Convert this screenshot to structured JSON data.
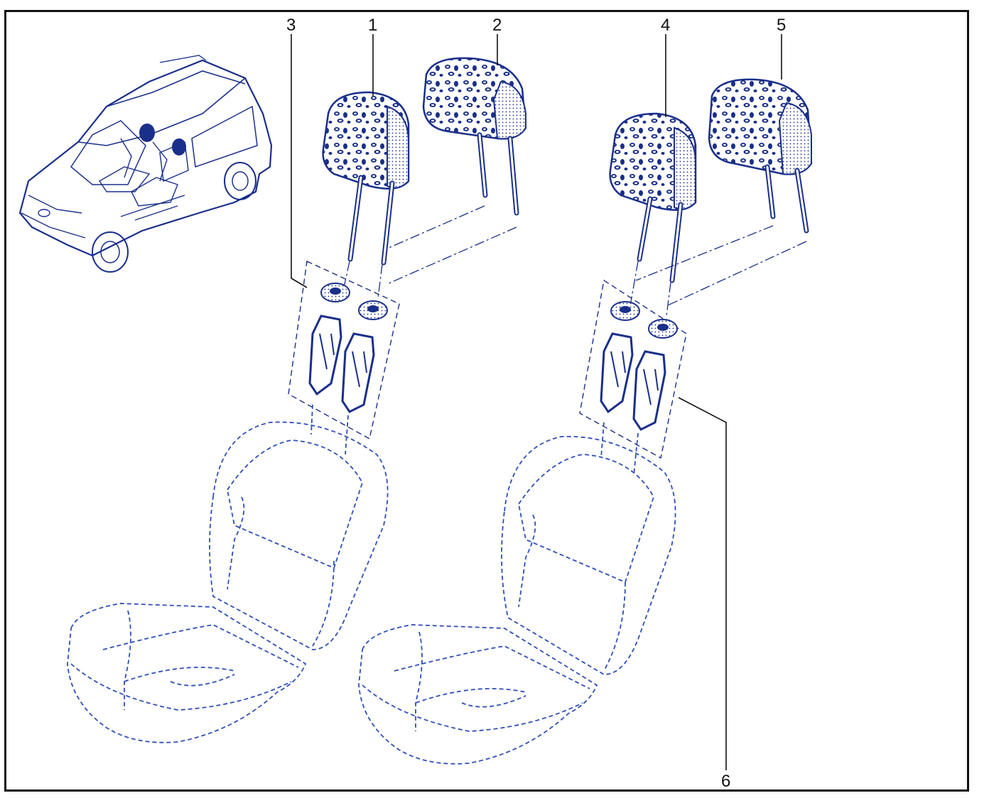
{
  "colors": {
    "ink": "#1a2f8a",
    "ghost": "#2f4fb8",
    "frame": "#111111",
    "background": "#ffffff"
  },
  "callouts": [
    {
      "id": "1",
      "label": "1"
    },
    {
      "id": "2",
      "label": "2"
    },
    {
      "id": "3",
      "label": "3"
    },
    {
      "id": "4",
      "label": "4"
    },
    {
      "id": "5",
      "label": "5"
    },
    {
      "id": "6",
      "label": "6"
    }
  ]
}
